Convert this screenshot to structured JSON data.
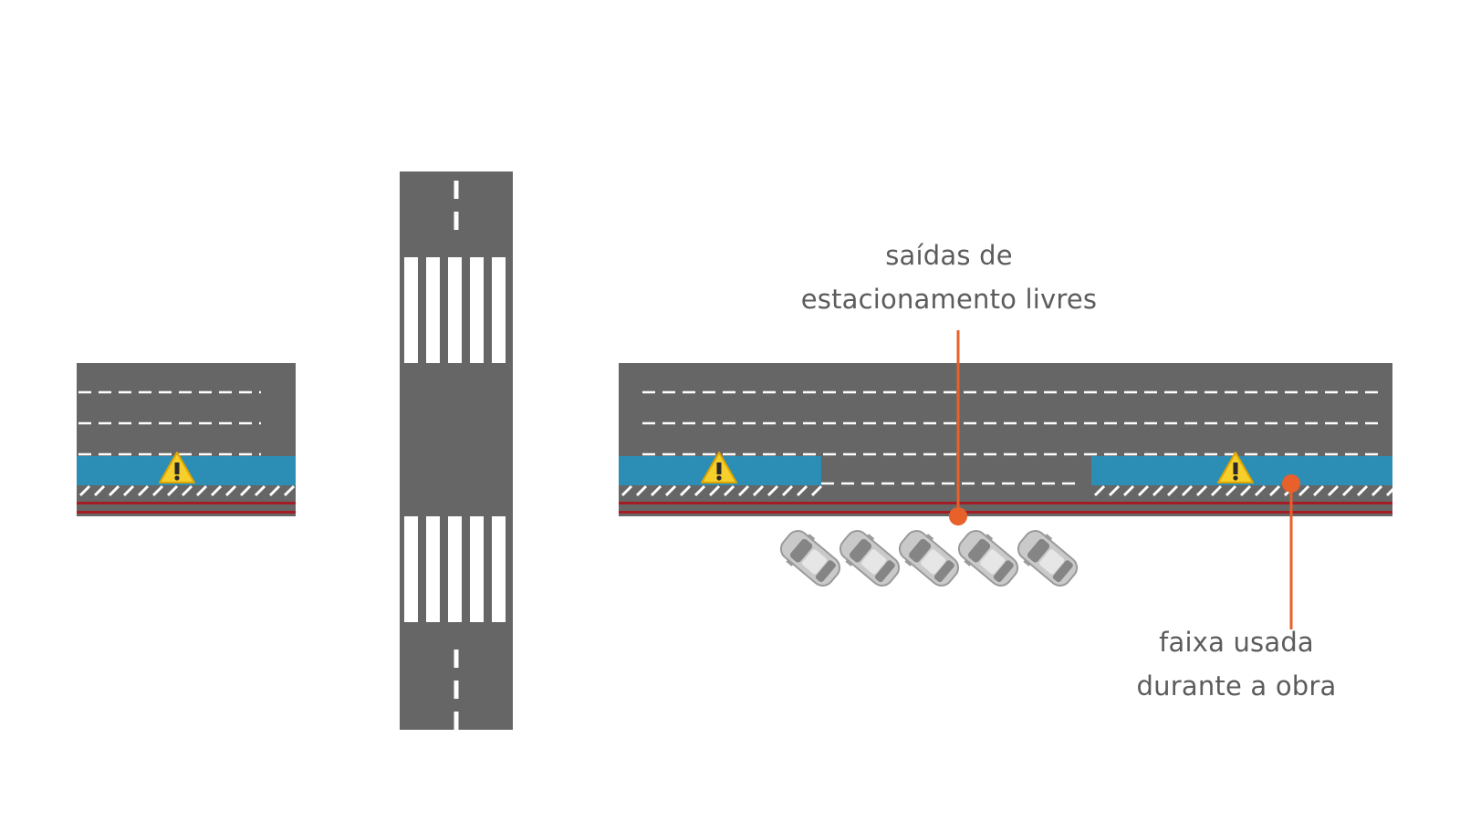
{
  "colors": {
    "road": "#666666",
    "marking": "#ffffff",
    "lane_blue": "#2c8db5",
    "sidewalk_line_red": "#a51d24",
    "callout_orange": "#e8602a",
    "text_gray": "#5c5c5c",
    "warning_yellow": "#f6cf2a",
    "car_body": "#c9c9c9"
  },
  "icons": {
    "warning": "warning-triangle-icon",
    "car": "car-icon"
  },
  "warning_sign_count": 3,
  "parked_car_count": 5,
  "callouts": {
    "parking_exits": {
      "line1": "saídas de",
      "line2": "estacionamento livres"
    },
    "construction_lane": {
      "line1": "faixa usada",
      "line2": "durante a obra"
    }
  }
}
